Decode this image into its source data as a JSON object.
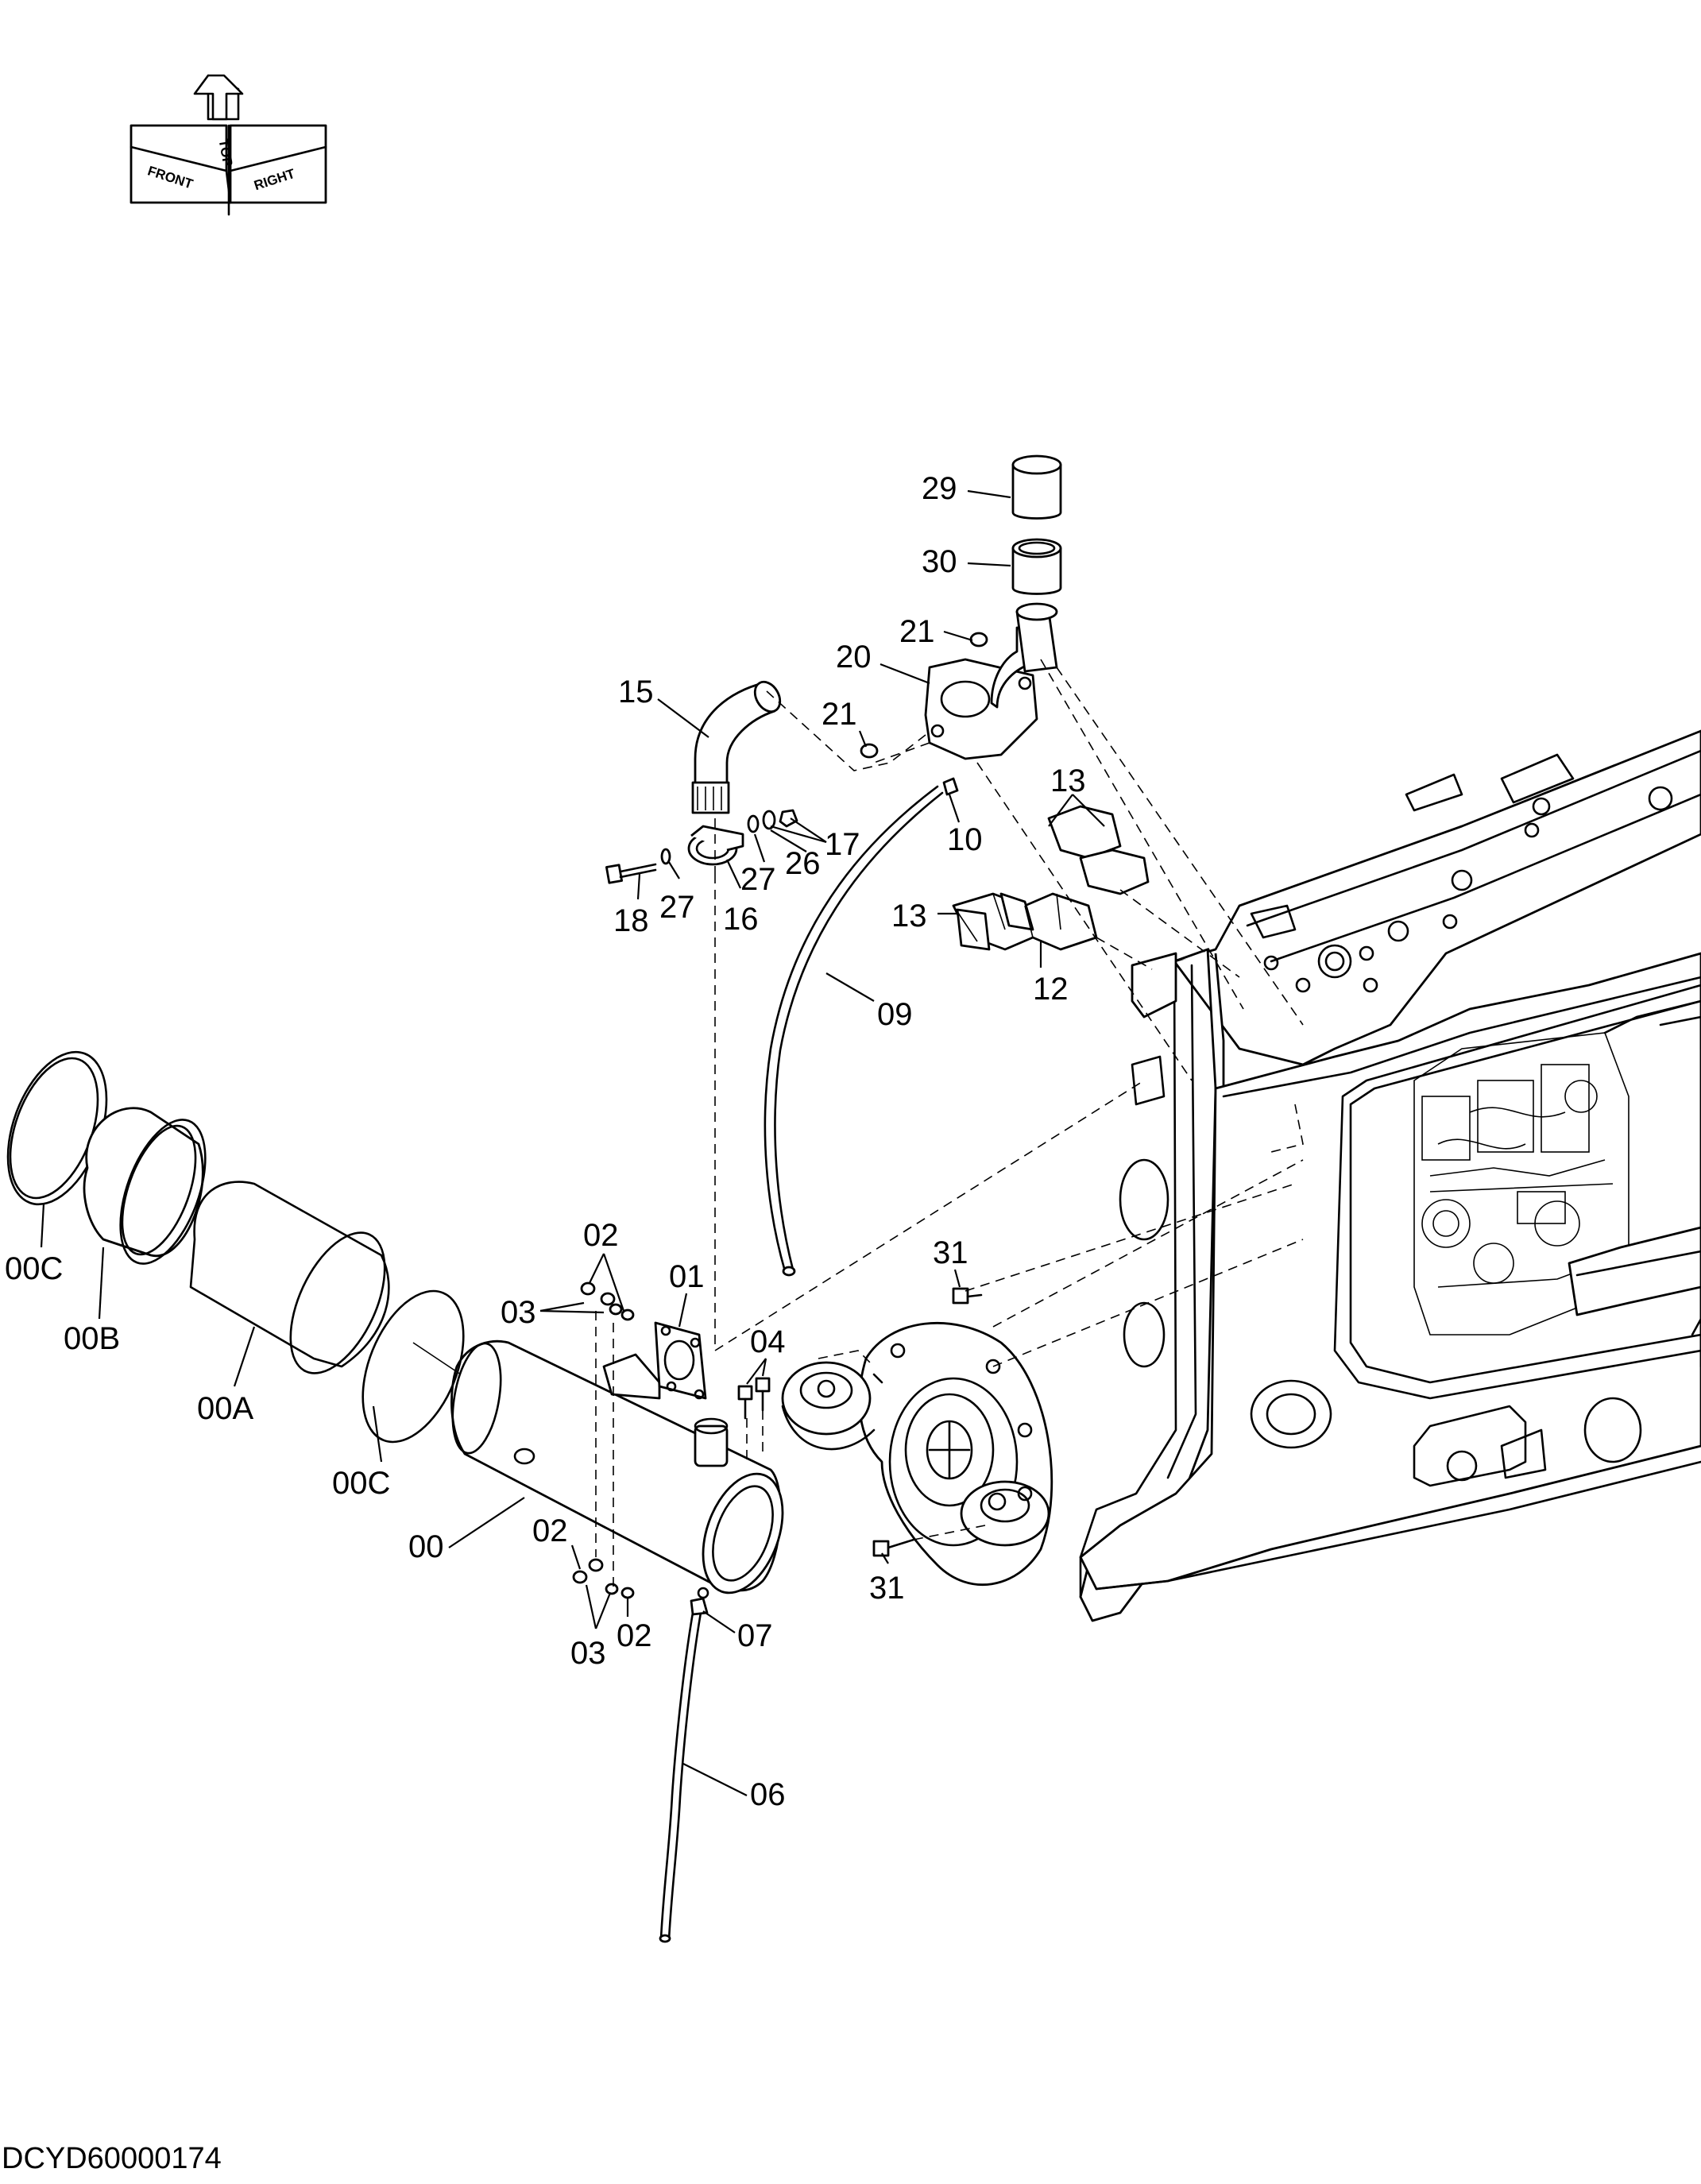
{
  "drawing_code": "DCYD60000174",
  "orientation_labels": {
    "front": "FRONT",
    "top": "TOP",
    "right": "RIGHT"
  },
  "callouts": [
    {
      "id": "c29",
      "label": "29"
    },
    {
      "id": "c30",
      "label": "30"
    },
    {
      "id": "c21a",
      "label": "21"
    },
    {
      "id": "c20",
      "label": "20"
    },
    {
      "id": "c21b",
      "label": "21"
    },
    {
      "id": "c15",
      "label": "15"
    },
    {
      "id": "c13a",
      "label": "13"
    },
    {
      "id": "c13b",
      "label": "13"
    },
    {
      "id": "c10",
      "label": "10"
    },
    {
      "id": "c17",
      "label": "17"
    },
    {
      "id": "c26",
      "label": "26"
    },
    {
      "id": "c27a",
      "label": "27"
    },
    {
      "id": "c27b",
      "label": "27"
    },
    {
      "id": "c18",
      "label": "18"
    },
    {
      "id": "c16",
      "label": "16"
    },
    {
      "id": "c12",
      "label": "12"
    },
    {
      "id": "c09",
      "label": "09"
    },
    {
      "id": "c00Ca",
      "label": "00C"
    },
    {
      "id": "c00B",
      "label": "00B"
    },
    {
      "id": "c00A",
      "label": "00A"
    },
    {
      "id": "c00Cb",
      "label": "00C"
    },
    {
      "id": "c02a",
      "label": "02"
    },
    {
      "id": "c03a",
      "label": "03"
    },
    {
      "id": "c01",
      "label": "01"
    },
    {
      "id": "c04",
      "label": "04"
    },
    {
      "id": "c31a",
      "label": "31"
    },
    {
      "id": "c00",
      "label": "00"
    },
    {
      "id": "c02b",
      "label": "02"
    },
    {
      "id": "c03b",
      "label": "03"
    },
    {
      "id": "c02c",
      "label": "02"
    },
    {
      "id": "c07",
      "label": "07"
    },
    {
      "id": "c31b",
      "label": "31"
    },
    {
      "id": "c06",
      "label": "06"
    }
  ]
}
